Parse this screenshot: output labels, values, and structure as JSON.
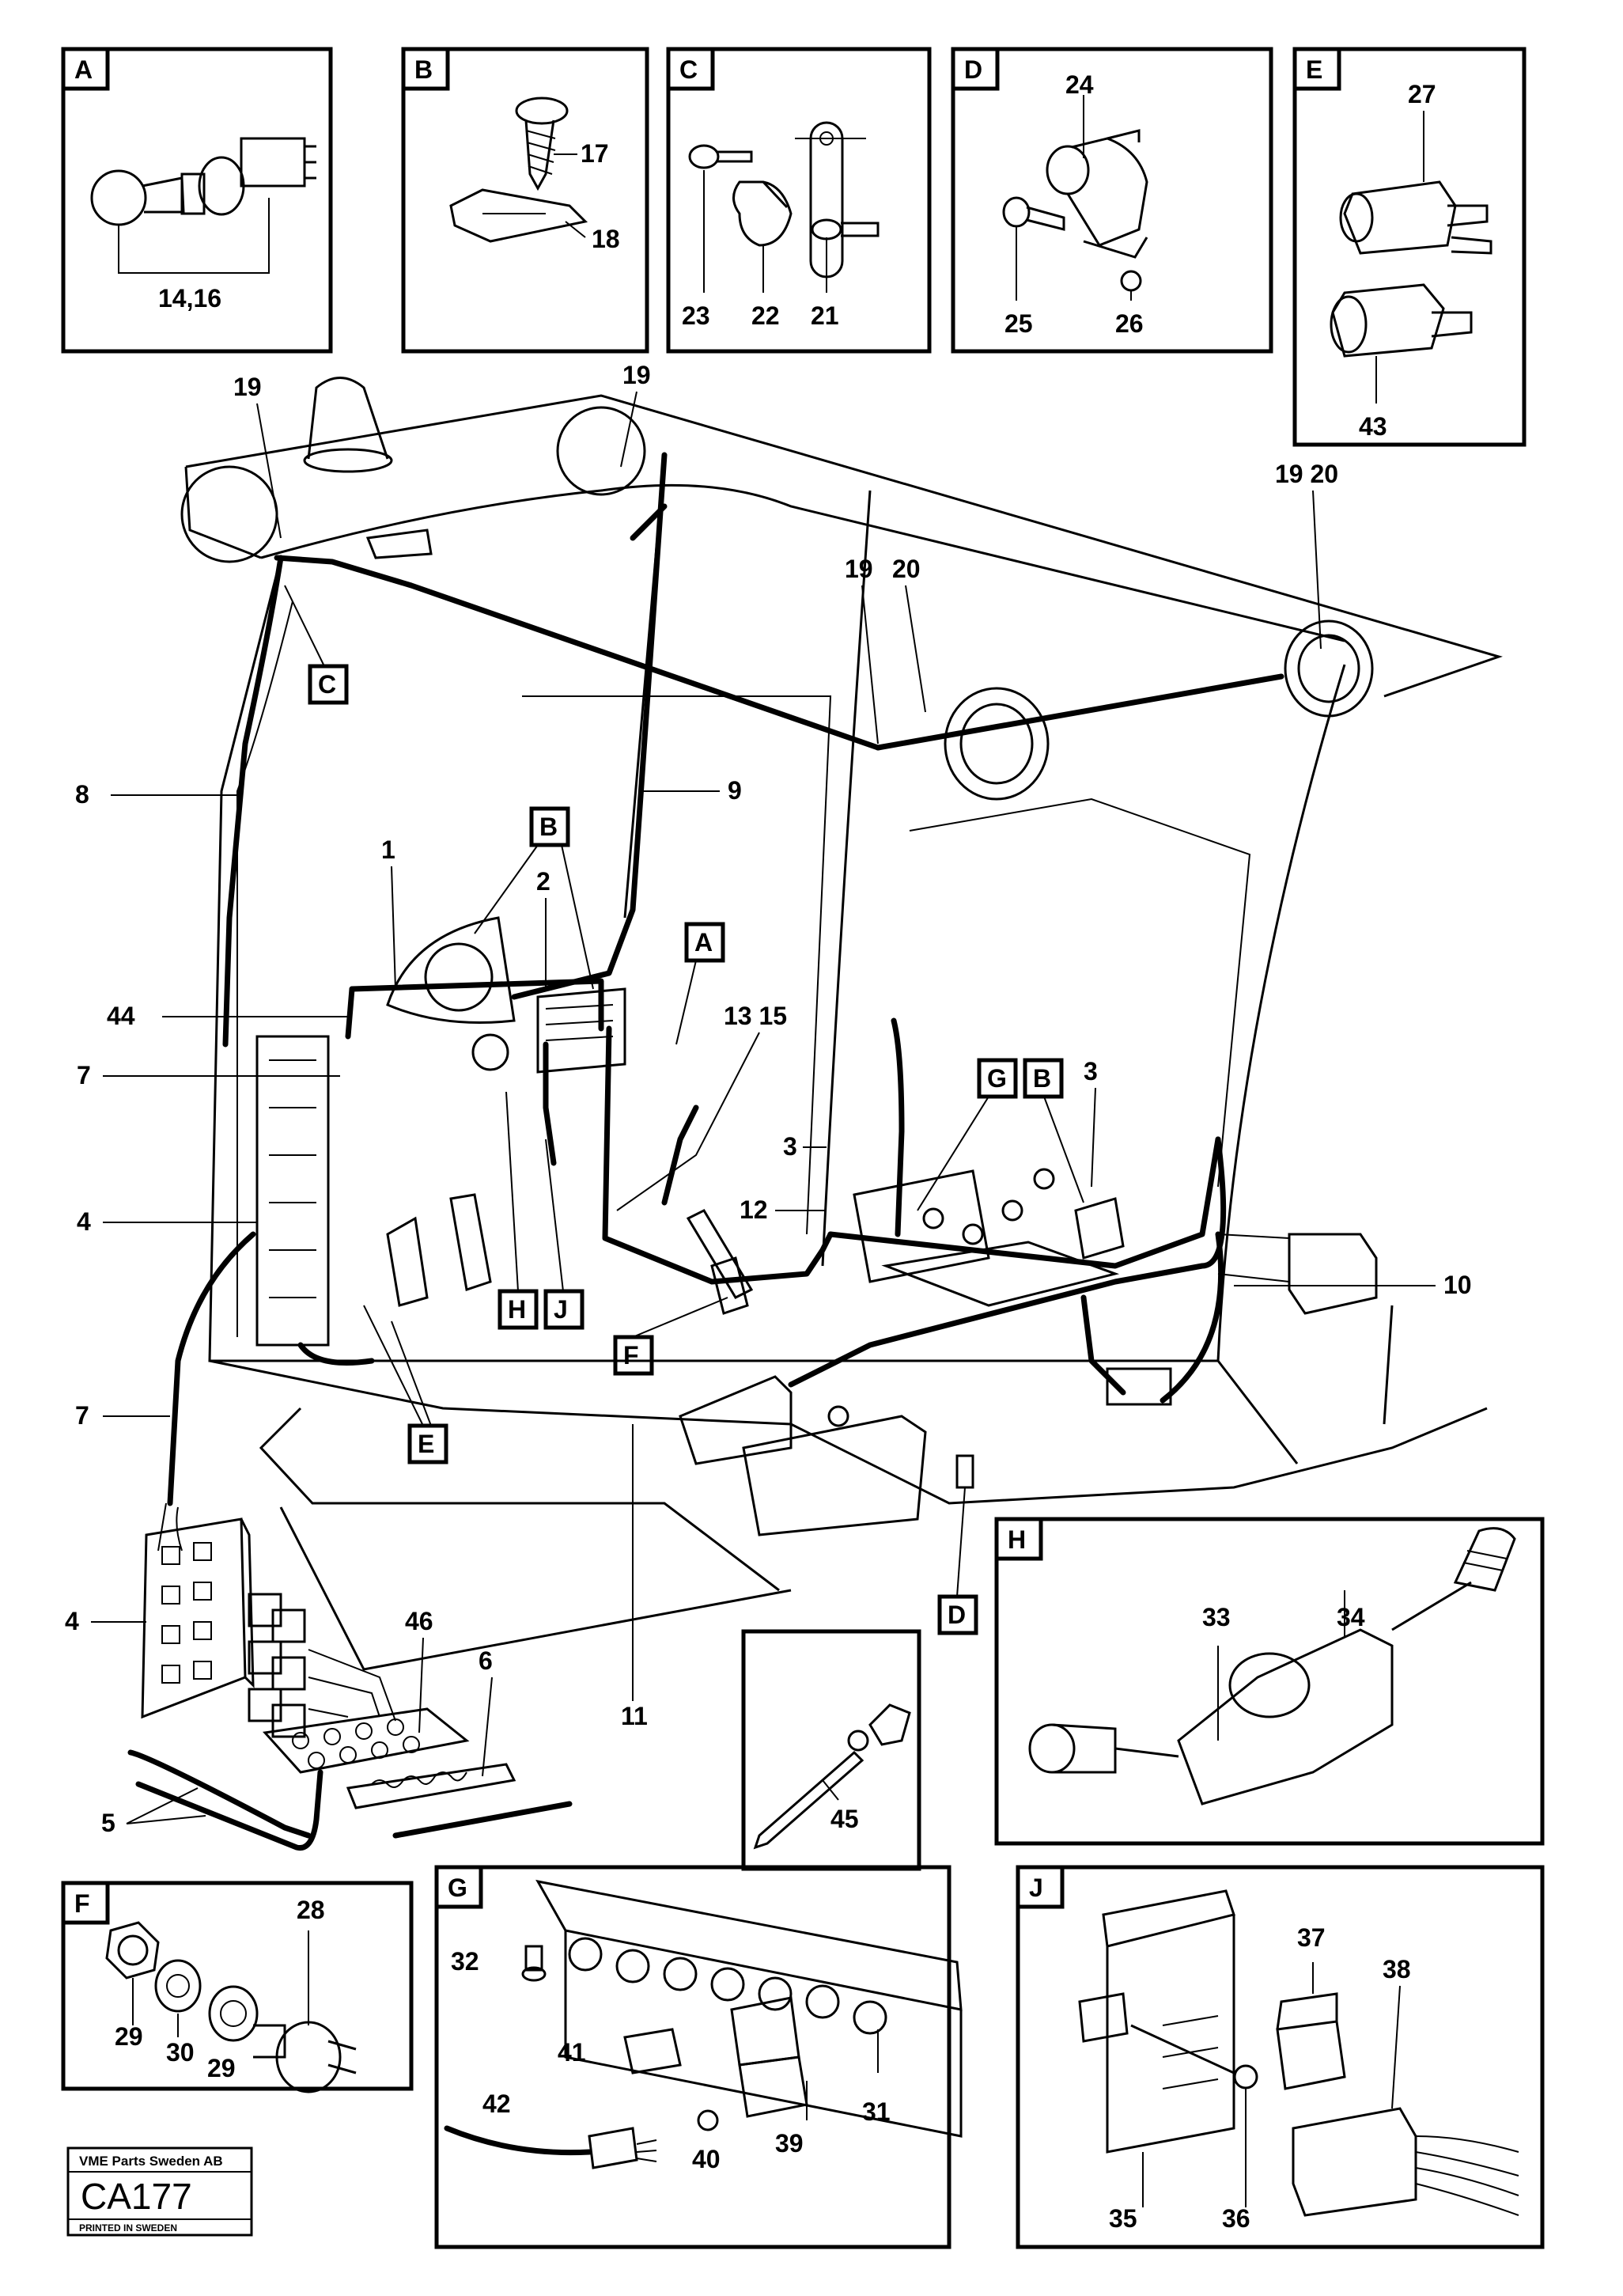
{
  "insets": {
    "A": {
      "letter": "A",
      "labels": [
        "14,16"
      ]
    },
    "B": {
      "letter": "B",
      "labels": [
        "17",
        "18"
      ]
    },
    "C": {
      "letter": "C",
      "labels": [
        "23",
        "22",
        "21"
      ]
    },
    "D": {
      "letter": "D",
      "labels": [
        "24",
        "25",
        "26"
      ]
    },
    "E": {
      "letter": "E",
      "labels": [
        "27",
        "43"
      ]
    },
    "F": {
      "letter": "F",
      "labels": [
        "28",
        "29",
        "30",
        "29"
      ]
    },
    "G": {
      "letter": "G",
      "labels": [
        "32",
        "41",
        "42",
        "40",
        "39",
        "31"
      ]
    },
    "H": {
      "letter": "H",
      "labels": [
        "33",
        "34"
      ]
    },
    "J": {
      "letter": "J",
      "labels": [
        "37",
        "38",
        "35",
        "36"
      ]
    },
    "P45": {
      "labels": [
        "45"
      ]
    }
  },
  "main": {
    "callouts": [
      "19",
      "19",
      "19 20",
      "19",
      "20",
      "8",
      "9",
      "1",
      "2",
      "44",
      "7",
      "4",
      "13 15",
      "3",
      "3",
      "12",
      "10",
      "7",
      "4",
      "46",
      "6",
      "5",
      "11"
    ],
    "letters": [
      "C",
      "B",
      "A",
      "G",
      "B",
      "H",
      "J",
      "F",
      "E",
      "D"
    ]
  },
  "title_block": {
    "company": "VME Parts Sweden AB",
    "code": "CA177",
    "printed": "PRINTED IN SWEDEN"
  }
}
